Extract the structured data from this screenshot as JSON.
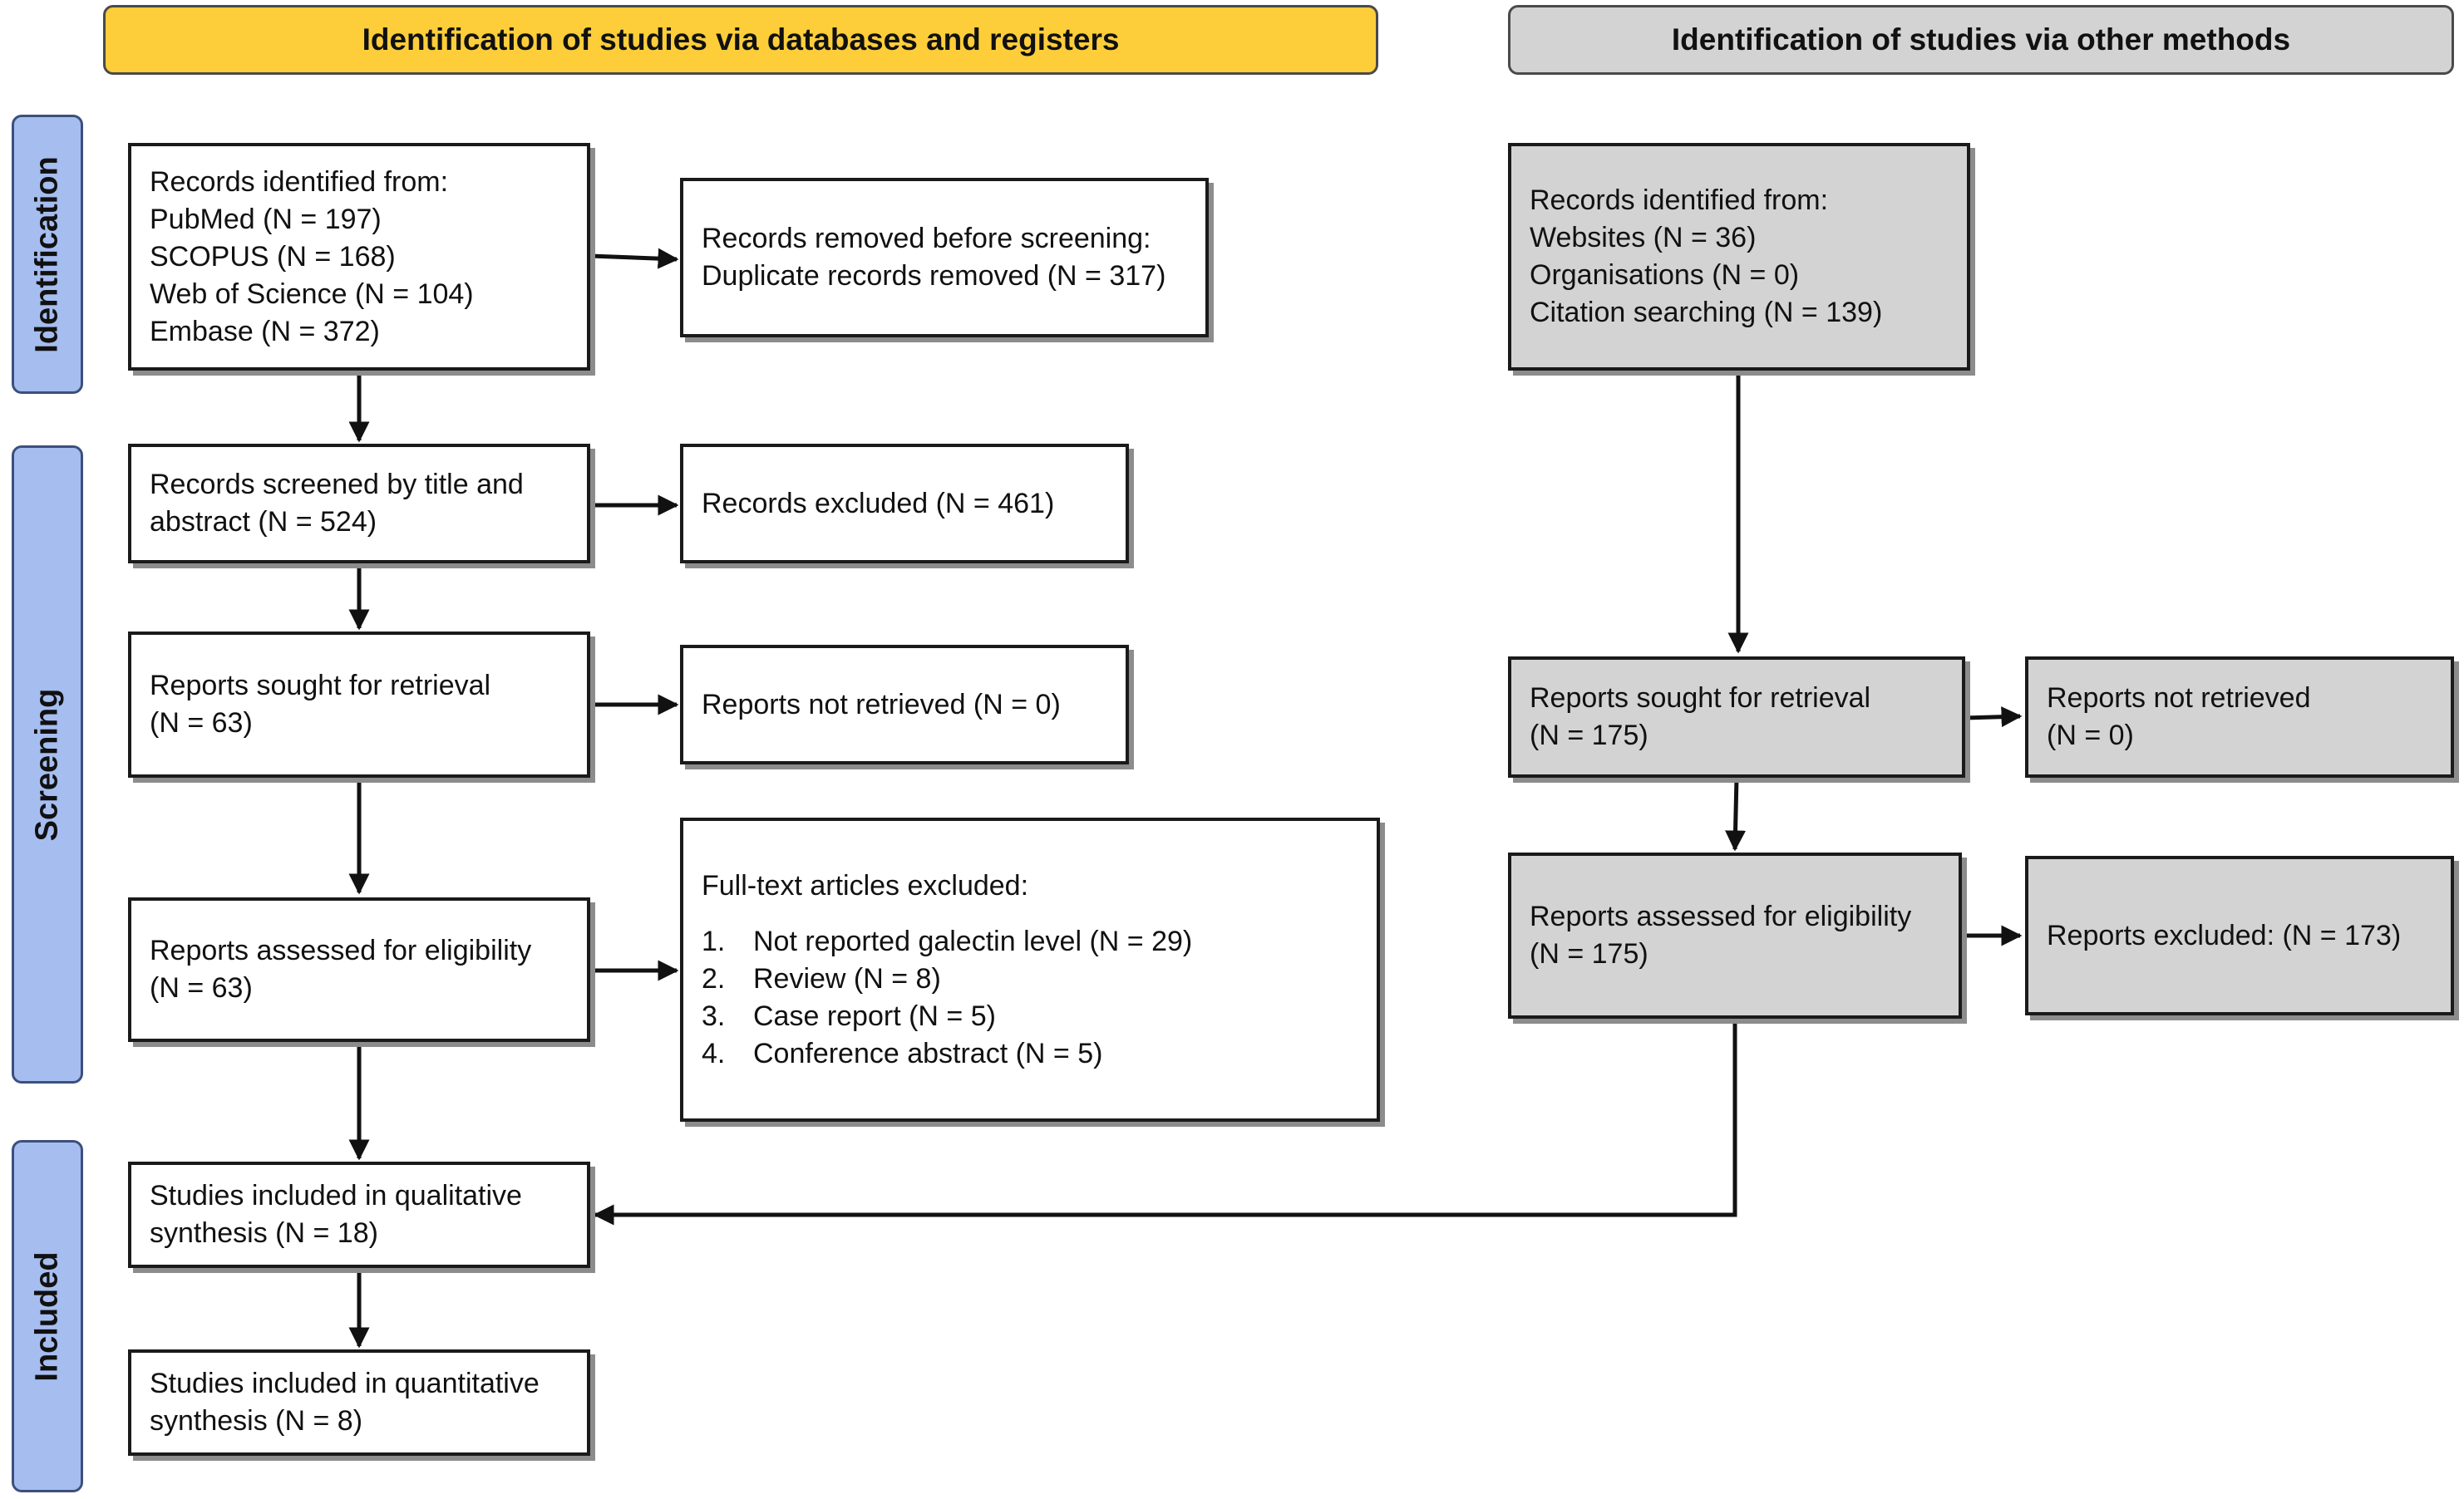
{
  "headers": {
    "databases": "Identification of studies via databases and registers",
    "other": "Identification of studies via other methods"
  },
  "phases": {
    "identification": "Identification",
    "screening": "Screening",
    "included": "Included"
  },
  "db": {
    "identified": {
      "title": "Records identified from:",
      "lines": [
        "PubMed (N = 197)",
        "SCOPUS (N = 168)",
        "Web of Science (N = 104)",
        "Embase (N = 372)"
      ]
    },
    "removed": {
      "lines": [
        "Records removed before screening:",
        "Duplicate records removed  (N = 317)"
      ]
    },
    "screened": {
      "lines": [
        "Records screened by title and",
        "abstract (N = 524)"
      ]
    },
    "excluded": {
      "lines": [
        "Records excluded (N = 461)"
      ]
    },
    "sought": {
      "lines": [
        "Reports sought for retrieval",
        "(N = 63)"
      ]
    },
    "not_retrieved": {
      "lines": [
        "Reports not retrieved (N = 0)"
      ]
    },
    "assessed": {
      "lines": [
        "Reports assessed for eligibility",
        "(N = 63)"
      ]
    },
    "fulltext_excluded": {
      "title": "Full-text articles excluded:",
      "items": [
        {
          "num": "1.",
          "text": "Not reported galectin level (N = 29)"
        },
        {
          "num": "2.",
          "text": "Review (N = 8)"
        },
        {
          "num": "3.",
          "text": "Case report (N = 5)"
        },
        {
          "num": "4.",
          "text": "Conference abstract (N = 5)"
        }
      ]
    },
    "qualitative": {
      "lines": [
        "Studies included in qualitative",
        "synthesis (N = 18)"
      ]
    },
    "quantitative": {
      "lines": [
        "Studies included in quantitative",
        "synthesis (N = 8)"
      ]
    }
  },
  "other": {
    "identified": {
      "title": "Records identified from:",
      "lines": [
        "Websites (N = 36)",
        "Organisations (N = 0)",
        "Citation searching (N = 139)"
      ]
    },
    "sought": {
      "lines": [
        "Reports sought for retrieval",
        "(N = 175)"
      ]
    },
    "not_retrieved": {
      "lines": [
        "Reports not retrieved",
        "(N = 0)"
      ]
    },
    "assessed": {
      "lines": [
        "Reports assessed for eligibility",
        "(N = 175)"
      ]
    },
    "excluded": {
      "lines": [
        "Reports excluded: (N = 173)"
      ]
    }
  },
  "colors": {
    "db_header": "#fdce3a",
    "other_header": "#d3d3d3",
    "phase": "#a6bdf0",
    "grey_box": "#d3d3d3"
  }
}
